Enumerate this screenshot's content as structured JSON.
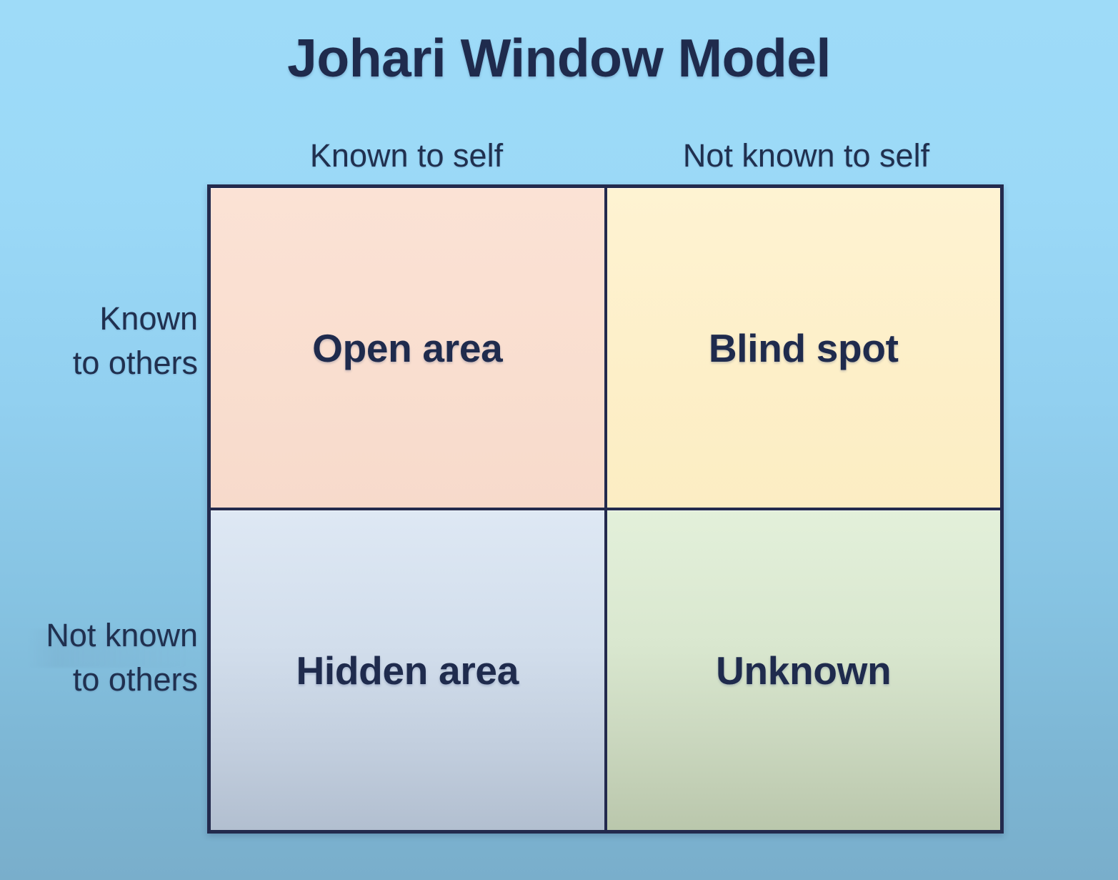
{
  "page": {
    "title": "Johari Window Model",
    "background_top_color": "#9BD9F7",
    "background_bottom_color": "#7BB0CE",
    "text_color": "#1F2B4D"
  },
  "axes": {
    "columns": [
      {
        "label": "Known to self"
      },
      {
        "label": "Not known to self"
      }
    ],
    "rows": [
      {
        "line1": "Known",
        "line2": "to others"
      },
      {
        "line1": "Not known",
        "line2": "to others"
      }
    ]
  },
  "grid": {
    "border_color": "#232A4D",
    "quadrants": [
      {
        "id": "open",
        "label": "Open area",
        "row": "Known to others",
        "column": "Known to self",
        "fill_color": "#F9DECF"
      },
      {
        "id": "blind",
        "label": "Blind spot",
        "row": "Known to others",
        "column": "Not known to self",
        "fill_color": "#FDEFC8"
      },
      {
        "id": "hidden",
        "label": "Hidden area",
        "row": "Not known to others",
        "column": "Known to self",
        "fill_color": "#D2DEEC"
      },
      {
        "id": "unknown",
        "label": "Unknown",
        "row": "Not known to others",
        "column": "Not known to self",
        "fill_color": "#D9E7CF"
      }
    ]
  }
}
